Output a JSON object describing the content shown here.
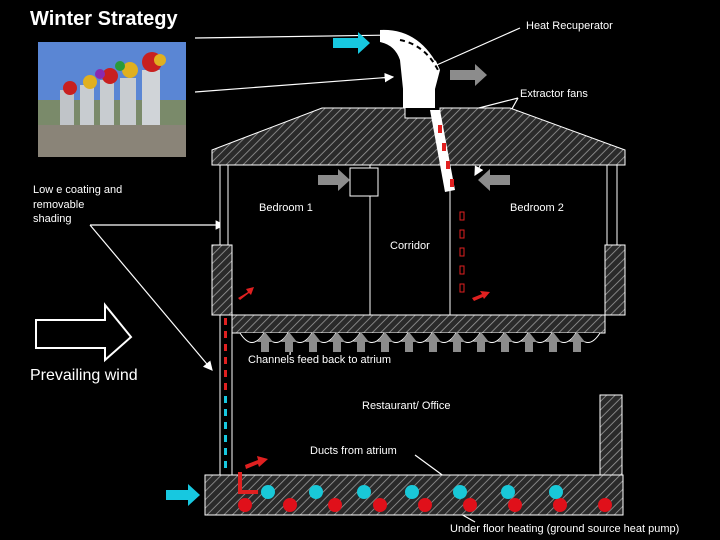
{
  "title": "Winter Strategy",
  "labels": {
    "heat_recuperator": "Heat Recuperator",
    "extractor_fans": "Extractor fans",
    "low_e_line1": "Low e coating and",
    "low_e_line2": "removable",
    "low_e_line3": "shading",
    "bedroom1": "Bedroom 1",
    "bedroom2": "Bedroom 2",
    "corridor": "Corridor",
    "prevailing_wind": "Prevailing wind",
    "channels": "Channels feed back to atrium",
    "restaurant": "Restaurant/ Office",
    "ducts": "Ducts from atrium",
    "underfloor": "Under floor heating (ground source heat pump)"
  },
  "colors": {
    "background": "#000000",
    "wall_hatch": "#9a9a9a",
    "grey_arrow": "#8c8c8c",
    "cyan_arrow": "#17c8e0",
    "red_arrow": "#e02020",
    "cyan_circle": "#19c8d8",
    "red_circle": "#e0101a"
  },
  "icons": {
    "photo": "rooftop-cowls-photo",
    "wind_arrow": "outline-arrow-right-icon"
  }
}
